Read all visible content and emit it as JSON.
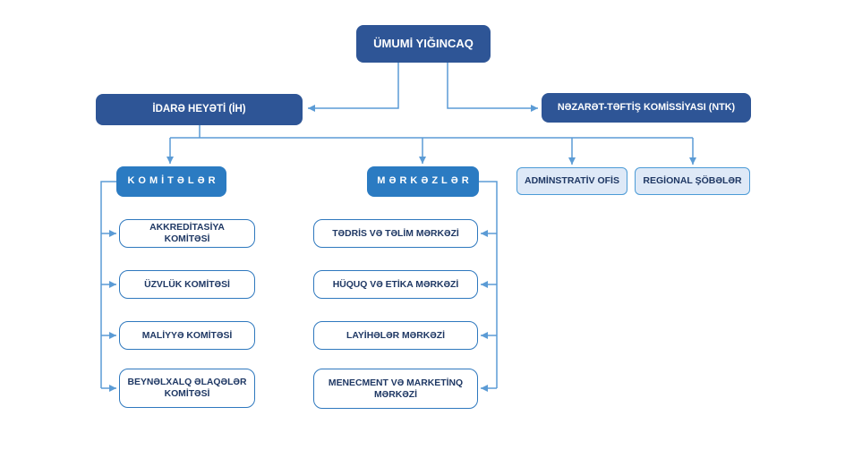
{
  "diagram": {
    "type": "org-chart",
    "language": "Azerbaijani"
  },
  "nodes": {
    "root": {
      "label": "ÜMUMİ YIĞINCAQ"
    },
    "board": {
      "label": "İDARƏ HEYƏTİ (İH)"
    },
    "audit_commission": {
      "label": "NƏZARƏT-TƏFTİŞ KOMİSSİYASI (NTK)"
    },
    "committees_header": {
      "label": "KOMİTƏLƏR"
    },
    "centers_header": {
      "label": "MƏRKƏZLƏR"
    },
    "admin_office": {
      "label": "ADMİNSTRATİV OFİS"
    },
    "regional_branches": {
      "label": "REGİONAL ŞÖBƏLƏR"
    },
    "committees": [
      {
        "label": "AKKREDİTASİYA KOMİTƏSİ"
      },
      {
        "label": "ÜZVLÜK  KOMİTƏSİ"
      },
      {
        "label": "MALİYYƏ KOMİTƏSİ"
      },
      {
        "label": "BEYNƏLXALQ ƏLAQƏLƏR KOMİTƏSİ"
      }
    ],
    "centers": [
      {
        "label": "TƏDRİS VƏ TƏLİM MƏRKƏZİ"
      },
      {
        "label": "HÜQUQ VƏ ETİKA MƏRKƏZİ"
      },
      {
        "label": "LAYİHƏLƏR MƏRKƏZİ"
      },
      {
        "label": "MENECMENT VƏ MARKETİNQ MƏRKƏZİ"
      }
    ]
  },
  "colors": {
    "dark_node_fill": "#2E5596",
    "mid_node_fill": "#2B7BC2",
    "light_node_fill": "#DEE9F7",
    "light_node_border": "#4C9BD6",
    "leaf_node_border": "#2E78BE",
    "leaf_text": "#1F3864",
    "connector": "#5B9BD5",
    "background": "#FFFFFF"
  }
}
